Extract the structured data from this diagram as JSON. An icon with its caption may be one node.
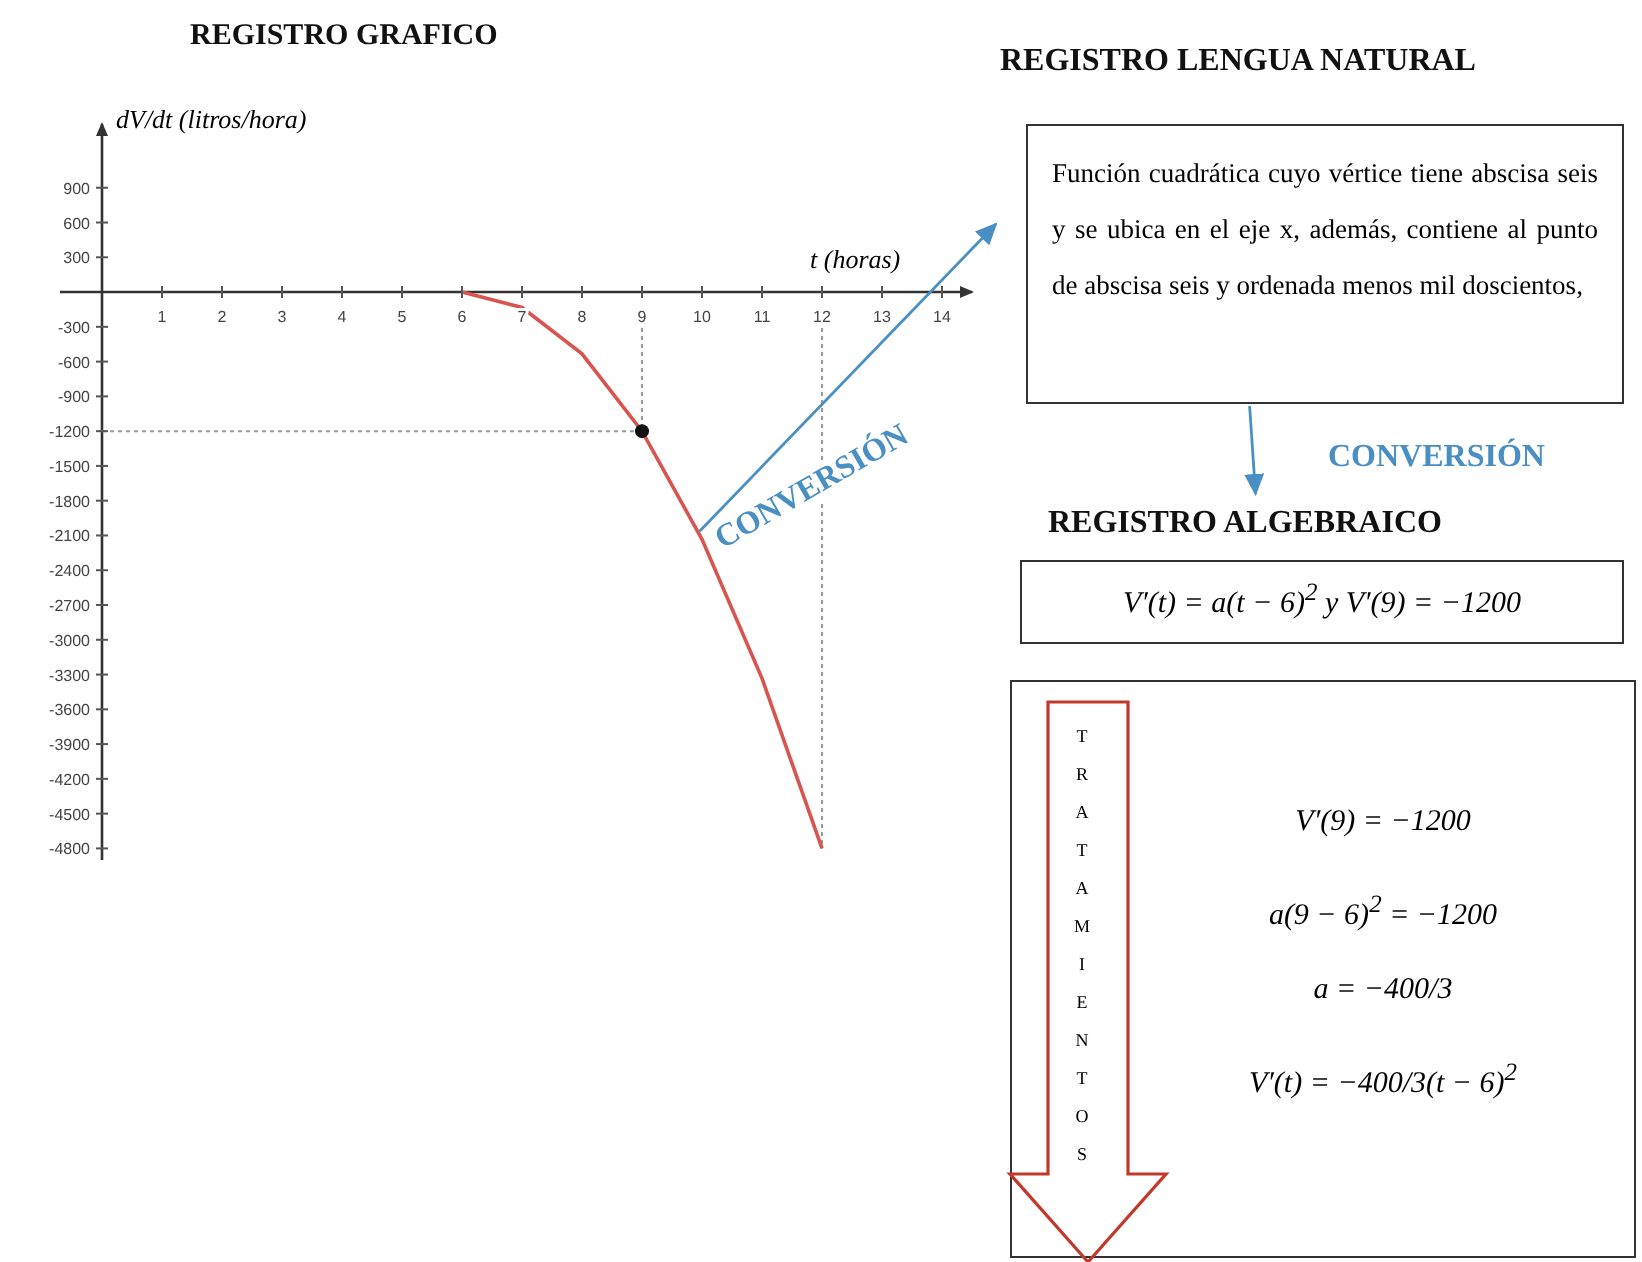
{
  "diagram": {
    "nodes": [
      {
        "text": [],
        "shape": "picture"
      },
      {
        "text": [
          "REGISTRO LENGUA NATURAL",
          "Función cuadrática cuyo vértice tiene abscisa seis y se ubica en el eje x, además, contiene al punto de abscisa seis y ordenada menos mil doscientos,"
        ]
      },
      {
        "text": [
          "REGISTRO ALGEBRAICO",
          "V′(t) = a(t − 6)$^{2}$ y V′(9) = −1200"
        ]
      },
      {
        "text": [
          "V′(9) = −1200",
          "a(9 − 6)$^{2}$ = −1200",
          "a = −400/3",
          "V′(t) = −400/3(t − 6)$^{2}$"
        ]
      },
      {
        "text": [
          "TRATAMIENTOS"
        ],
        "in": 3
      }
    ],
    "edges": [
      {
        "from": 0,
        "to": 1,
        "arrow": "to",
        "label": "CONVERSIÓN"
      },
      {
        "from": 1,
        "to": 2,
        "arrow": "to",
        "label": "CONVERSIÓN"
      }
    ],
    "chart_data": {
      "type": "line",
      "title": "REGISTRO GRAFICO",
      "xlabel": "t (horas)",
      "ylabel": "dV/dt (litros/hora)",
      "x": [
        6,
        7,
        8,
        9,
        10,
        11,
        12
      ],
      "series": [
        {
          "color": "#d9534f",
          "values": [
            0,
            -133,
            -533,
            -1200,
            -2133,
            -3333,
            -4800
          ]
        }
      ],
      "ref_lines": [
        {
          "axis": "y",
          "value": -1200
        },
        {
          "axis": "x",
          "value": 9
        },
        {
          "axis": "x",
          "value": 12
        }
      ],
      "xlim": [
        -0.7,
        14.5
      ],
      "ylim": [
        -4900,
        1450
      ],
      "xticks": [
        1,
        2,
        3,
        4,
        5,
        6,
        7,
        8,
        9,
        10,
        11,
        12,
        13,
        14
      ],
      "yticks": [
        900,
        600,
        300,
        -300,
        -600,
        -900,
        -1200,
        -1500,
        -1800,
        -2100,
        -2400,
        -2700,
        -3000,
        -3300,
        -3600,
        -3900,
        -4200,
        -4500,
        -4800
      ]
    }
  }
}
